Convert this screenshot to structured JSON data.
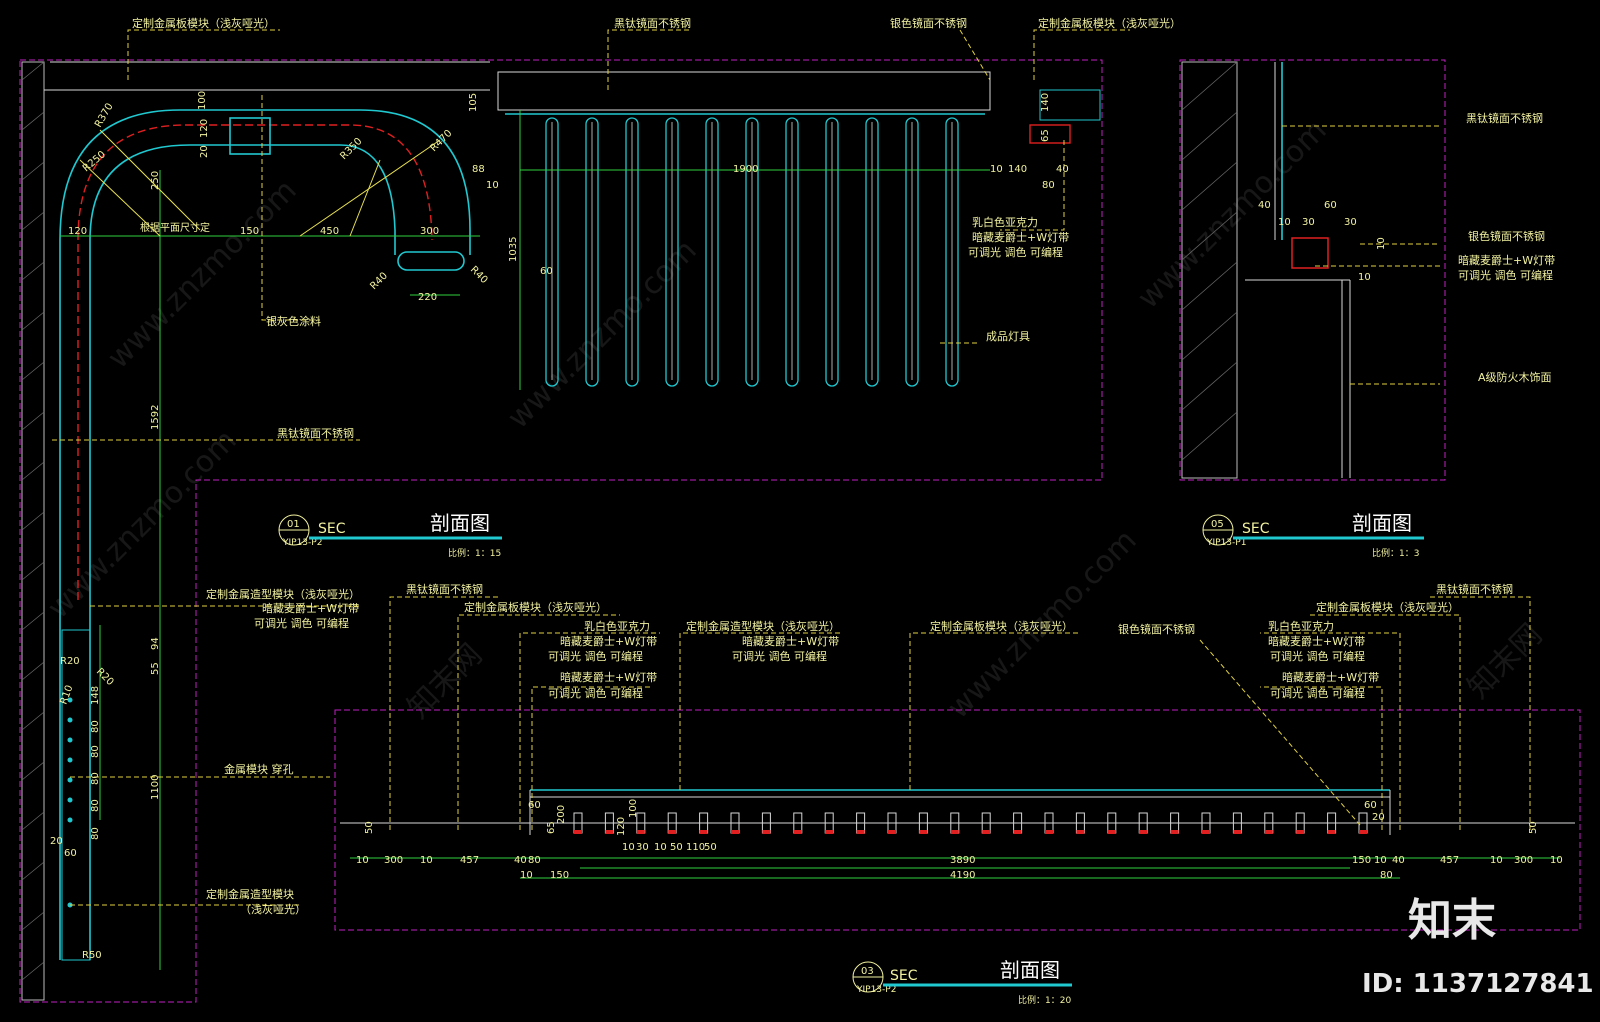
{
  "section1": {
    "num": "01",
    "sec": "SEC",
    "title": "剖面图",
    "ref": "YIP13-P2",
    "scale": "比例：1：15",
    "labels": {
      "top_module": "定制金属板模块（浅灰哑光）",
      "paint": "银灰色涂料",
      "black_ti": "黑钛镜面不锈钢",
      "shape_module": "定制金属造型模块（浅灰哑光）",
      "led_line1": "暗藏麦爵士+W灯带",
      "led_line2": "可调光  调色  可编程",
      "perforated": "金属模块  穿孔",
      "shape_module2a": "定制金属造型模块",
      "shape_module2b": "（浅灰哑光）",
      "by_plan": "根据平面尺寸定"
    },
    "dims": [
      "100",
      "120",
      "20",
      "250",
      "120",
      "150",
      "450",
      "300",
      "220",
      "1592",
      "1100",
      "55",
      "94",
      "148",
      "80",
      "80",
      "80",
      "80",
      "80",
      "20",
      "60"
    ],
    "radii": [
      "R370",
      "R250",
      "R350",
      "R470",
      "R40",
      "R40",
      "R20",
      "R20",
      "R10",
      "R50"
    ]
  },
  "section2": {
    "labels": {
      "black_ti": "黑钛镜面不锈钢",
      "silver": "银色镜面不锈钢",
      "top_module": "定制金属板模块（浅灰哑光）",
      "acrylic": "乳白色亚克力",
      "led_line1": "暗藏麦爵士+W灯带",
      "led_line2": "可调光  调色  可编程",
      "fixture": "成品灯具"
    },
    "dims": [
      "105",
      "88",
      "10",
      "1900",
      "10",
      "140",
      "40",
      "80",
      "140",
      "65",
      "1035",
      "60"
    ]
  },
  "section5": {
    "num": "05",
    "sec": "SEC",
    "title": "剖面图",
    "ref": "YIP13-P1",
    "scale": "比例：1：3",
    "labels": {
      "black_ti": "黑钛镜面不锈钢",
      "silver": "银色镜面不锈钢",
      "led_line1": "暗藏麦爵士+W灯带",
      "led_line2": "可调光  调色  可编程",
      "fireproof": "A级防火木饰面"
    },
    "dims": [
      "40",
      "60",
      "10",
      "30",
      "30",
      "10",
      "10"
    ]
  },
  "section3": {
    "num": "03",
    "sec": "SEC",
    "title": "剖面图",
    "ref": "YIP13-P2",
    "scale": "比例：1：20",
    "labels": {
      "black_ti_l": "黑钛镜面不锈钢",
      "module_l": "定制金属板模块（浅灰哑光）",
      "acrylic_l": "乳白色亚克力",
      "led1_l": "暗藏麦爵士+W灯带",
      "led2_l": "可调光  调色  可编程",
      "led3_l": "暗藏麦爵士+W灯带",
      "led4_l": "可调光  调色  可编程",
      "shape_c": "定制金属造型模块（浅灰哑光）",
      "shape_c2": "暗藏麦爵士+W灯带",
      "shape_c3": "可调光  调色  可编程",
      "module_c": "定制金属板模块（浅灰哑光）",
      "silver_c": "银色镜面不锈钢",
      "acrylic_r": "乳白色亚克力",
      "led1_r": "暗藏麦爵士+W灯带",
      "led2_r": "可调光  调色  可编程",
      "led3_r": "暗藏麦爵士+W灯带",
      "led4_r": "可调光  调色  可编程",
      "module_r": "定制金属板模块（浅灰哑光）",
      "black_ti_r": "黑钛镜面不锈钢"
    },
    "dims_bottom": [
      "10",
      "300",
      "10",
      "457",
      "40",
      "80",
      "3890",
      "150",
      "10",
      "40",
      "457",
      "10",
      "300",
      "10"
    ],
    "dims_second": [
      "10",
      "150",
      "4190",
      "80"
    ],
    "dims_mid": [
      "60",
      "200",
      "65",
      "120",
      "100",
      "10",
      "30",
      "10",
      "50",
      "110",
      "50",
      "20",
      "60",
      "50",
      "50"
    ]
  },
  "watermark": {
    "site": "www.znzmo.com",
    "cn": "知末网",
    "brand": "知末",
    "id": "ID: 1137127841"
  },
  "colors": {
    "bg": "#000000",
    "cyan": "#20c8d0",
    "magenta": "#c020c0",
    "leader": "#e0d040",
    "text": "#f2f2a0"
  }
}
